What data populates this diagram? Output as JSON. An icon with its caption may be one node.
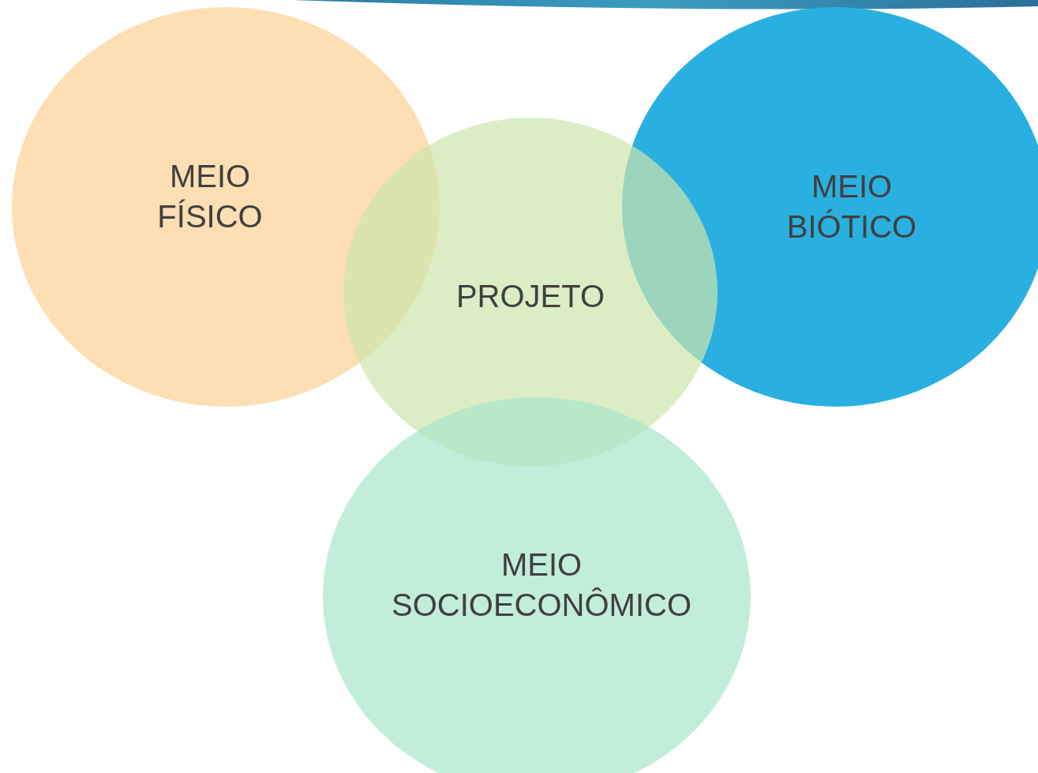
{
  "diagram": {
    "nodes": [
      {
        "text": [
          "MEIO FÍSICO"
        ]
      },
      {
        "text": [
          "MEIO BIÓTICO"
        ]
      },
      {
        "text": [
          "PROJETO"
        ]
      },
      {
        "text": [
          "MEIO SOCIOECONÔMICO"
        ]
      }
    ]
  }
}
